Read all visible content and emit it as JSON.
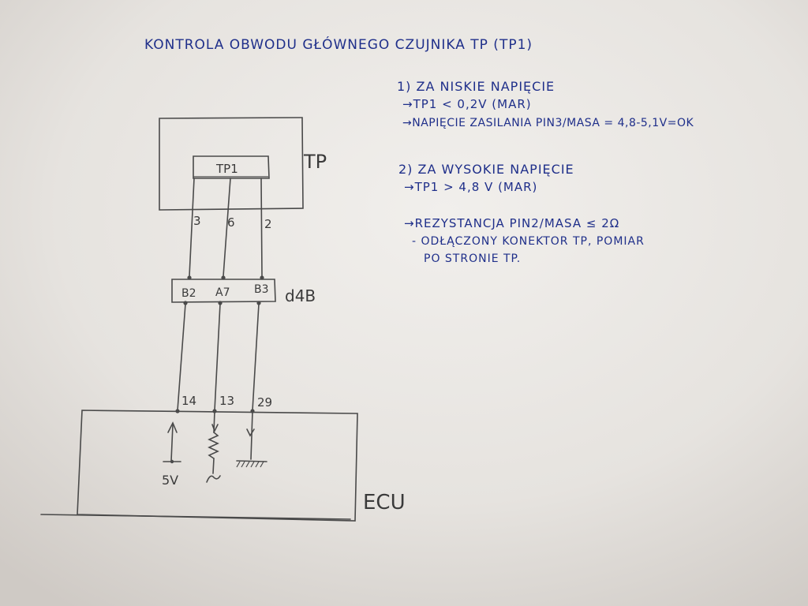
{
  "title": "KONTROLA OBWODU GŁÓWNEGO CZUJNIKA TP (TP1)",
  "notes": {
    "n1_line1": "1) ZA NISKIE NAPIĘCIE",
    "n1_line2": "→TP1 < 0,2V (MAR)",
    "n1_line3": "→NAPIĘCIE ZASILANIA PIN3/MASA = 4,8-5,1V=OK",
    "n2_line1": "2) ZA WYSOKIE NAPIĘCIE",
    "n2_line2": "→TP1 > 4,8 V (MAR)",
    "n3_line1": "→REZYSTANCJA PIN2/MASA ≤ 2Ω",
    "n3_line2": "- ODŁĄCZONY KONEKTOR TP, POMIAR",
    "n3_line3": "PO STRONIE TP."
  },
  "tp_box": {
    "label": "TP",
    "inner_label": "TP1",
    "pins": [
      "3",
      "6",
      "2"
    ]
  },
  "connector": {
    "label": "d4B",
    "pins": [
      "B2",
      "A7",
      "B3"
    ]
  },
  "ecu_box": {
    "label": "ECU",
    "pins": [
      "14",
      "13",
      "29"
    ],
    "supply_label": "5V"
  },
  "colors": {
    "paper": "#e9e6e3",
    "ink": "#1f2f8a",
    "pencil": "#4a4a4a"
  }
}
